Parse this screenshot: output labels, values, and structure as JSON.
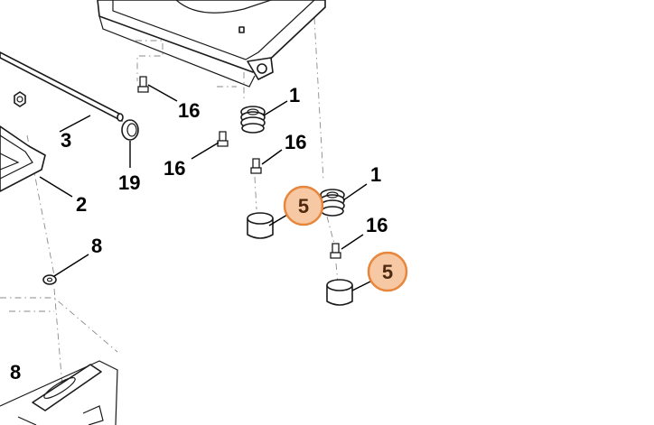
{
  "highlight": {
    "fill": "#f7c8a4",
    "stroke": "#e8863c"
  },
  "labels": {
    "bar": "3",
    "plate": "2",
    "clip": "19",
    "washer": "8",
    "bolt_top": "16",
    "bolt_left": "16",
    "bolt_mid": "16",
    "bolt_right": "16",
    "spring_upper": "1",
    "spring_lower": "1",
    "cap_upper": "5",
    "cap_lower": "5",
    "bottom_left": "8"
  }
}
